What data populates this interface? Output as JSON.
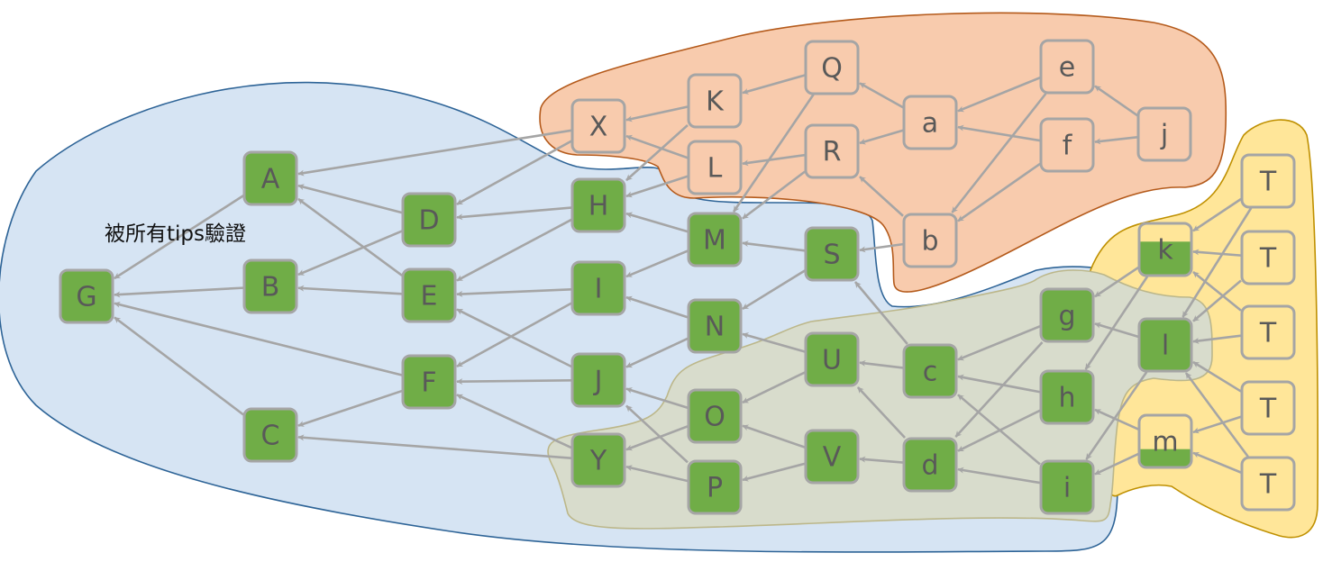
{
  "caption": "被所有tips驗證",
  "colors": {
    "blue_region_fill": "#d6e4f3",
    "blue_region_stroke": "#2e6497",
    "orange_region_fill": "#f8cbad",
    "orange_region_stroke": "#b45a1b",
    "yellow_region_fill": "#ffe699",
    "yellow_region_stroke": "#bf9000",
    "olive_region_fill": "#d8dccc",
    "olive_region_stroke": "#bcb78a",
    "green_node_fill": "#70ad47",
    "node_border": "#a5a5a5",
    "edge": "#a5a5a5",
    "label": "#595959",
    "highlight_label": "#ff0000"
  },
  "regions": [
    {
      "id": "confirmed",
      "color": "blue"
    },
    {
      "id": "unconfirmed-top",
      "color": "orange"
    },
    {
      "id": "tips",
      "color": "yellow"
    },
    {
      "id": "partial",
      "color": "olive"
    }
  ],
  "nodes": [
    {
      "id": "G",
      "label": "G",
      "state": "green"
    },
    {
      "id": "A",
      "label": "A",
      "state": "green"
    },
    {
      "id": "B",
      "label": "B",
      "state": "green"
    },
    {
      "id": "C",
      "label": "C",
      "state": "green"
    },
    {
      "id": "D",
      "label": "D",
      "state": "green"
    },
    {
      "id": "E",
      "label": "E",
      "state": "green"
    },
    {
      "id": "F",
      "label": "F",
      "state": "green"
    },
    {
      "id": "X",
      "label": "X",
      "state": "orange",
      "highlight": true
    },
    {
      "id": "H",
      "label": "H",
      "state": "green"
    },
    {
      "id": "I",
      "label": "I",
      "state": "green"
    },
    {
      "id": "J",
      "label": "J",
      "state": "green"
    },
    {
      "id": "Y",
      "label": "Y",
      "state": "green",
      "highlight": true
    },
    {
      "id": "K",
      "label": "K",
      "state": "orange"
    },
    {
      "id": "L",
      "label": "L",
      "state": "orange"
    },
    {
      "id": "M",
      "label": "M",
      "state": "green"
    },
    {
      "id": "N",
      "label": "N",
      "state": "green"
    },
    {
      "id": "O",
      "label": "O",
      "state": "green"
    },
    {
      "id": "P",
      "label": "P",
      "state": "green"
    },
    {
      "id": "Q",
      "label": "Q",
      "state": "orange"
    },
    {
      "id": "R",
      "label": "R",
      "state": "orange"
    },
    {
      "id": "S",
      "label": "S",
      "state": "green"
    },
    {
      "id": "U",
      "label": "U",
      "state": "green"
    },
    {
      "id": "V",
      "label": "V",
      "state": "green"
    },
    {
      "id": "a",
      "label": "a",
      "state": "orange"
    },
    {
      "id": "b",
      "label": "b",
      "state": "orange"
    },
    {
      "id": "c",
      "label": "c",
      "state": "green"
    },
    {
      "id": "d",
      "label": "d",
      "state": "green"
    },
    {
      "id": "e",
      "label": "e",
      "state": "orange"
    },
    {
      "id": "f",
      "label": "f",
      "state": "orange"
    },
    {
      "id": "j",
      "label": "j",
      "state": "orange"
    },
    {
      "id": "g",
      "label": "g",
      "state": "green"
    },
    {
      "id": "h",
      "label": "h",
      "state": "green"
    },
    {
      "id": "i",
      "label": "i",
      "state": "green"
    },
    {
      "id": "k",
      "label": "k",
      "state": "partial",
      "fill_fraction": 0.65
    },
    {
      "id": "l",
      "label": "l",
      "state": "green"
    },
    {
      "id": "m",
      "label": "m",
      "state": "partial",
      "fill_fraction": 0.35
    },
    {
      "id": "T1",
      "label": "T",
      "state": "yellow"
    },
    {
      "id": "T2",
      "label": "T",
      "state": "yellow"
    },
    {
      "id": "T3",
      "label": "T",
      "state": "yellow"
    },
    {
      "id": "T4",
      "label": "T",
      "state": "yellow"
    },
    {
      "id": "T5",
      "label": "T",
      "state": "yellow"
    }
  ],
  "edges": [
    [
      "A",
      "G"
    ],
    [
      "B",
      "G"
    ],
    [
      "C",
      "G"
    ],
    [
      "F",
      "G"
    ],
    [
      "D",
      "A"
    ],
    [
      "E",
      "A"
    ],
    [
      "X",
      "A"
    ],
    [
      "D",
      "B"
    ],
    [
      "E",
      "B"
    ],
    [
      "F",
      "C"
    ],
    [
      "Y",
      "C"
    ],
    [
      "X",
      "D"
    ],
    [
      "H",
      "D"
    ],
    [
      "H",
      "E"
    ],
    [
      "I",
      "E"
    ],
    [
      "J",
      "E"
    ],
    [
      "I",
      "F"
    ],
    [
      "J",
      "F"
    ],
    [
      "Y",
      "F"
    ],
    [
      "K",
      "X"
    ],
    [
      "L",
      "X"
    ],
    [
      "K",
      "H"
    ],
    [
      "L",
      "H"
    ],
    [
      "M",
      "H"
    ],
    [
      "M",
      "I"
    ],
    [
      "N",
      "I"
    ],
    [
      "N",
      "J"
    ],
    [
      "O",
      "J"
    ],
    [
      "P",
      "J"
    ],
    [
      "O",
      "Y"
    ],
    [
      "P",
      "Y"
    ],
    [
      "Q",
      "K"
    ],
    [
      "R",
      "L"
    ],
    [
      "Q",
      "M"
    ],
    [
      "R",
      "M"
    ],
    [
      "S",
      "M"
    ],
    [
      "S",
      "N"
    ],
    [
      "U",
      "N"
    ],
    [
      "U",
      "O"
    ],
    [
      "V",
      "O"
    ],
    [
      "V",
      "P"
    ],
    [
      "a",
      "Q"
    ],
    [
      "a",
      "R"
    ],
    [
      "b",
      "R"
    ],
    [
      "b",
      "S"
    ],
    [
      "c",
      "S"
    ],
    [
      "c",
      "U"
    ],
    [
      "d",
      "U"
    ],
    [
      "d",
      "V"
    ],
    [
      "e",
      "a"
    ],
    [
      "f",
      "a"
    ],
    [
      "e",
      "b"
    ],
    [
      "f",
      "b"
    ],
    [
      "j",
      "e"
    ],
    [
      "j",
      "f"
    ],
    [
      "g",
      "c"
    ],
    [
      "h",
      "c"
    ],
    [
      "i",
      "c"
    ],
    [
      "g",
      "d"
    ],
    [
      "h",
      "d"
    ],
    [
      "i",
      "d"
    ],
    [
      "k",
      "g"
    ],
    [
      "l",
      "g"
    ],
    [
      "k",
      "h"
    ],
    [
      "m",
      "h"
    ],
    [
      "l",
      "i"
    ],
    [
      "m",
      "i"
    ],
    [
      "T1",
      "k"
    ],
    [
      "T2",
      "k"
    ],
    [
      "T3",
      "k"
    ],
    [
      "T1",
      "l"
    ],
    [
      "T2",
      "l"
    ],
    [
      "T3",
      "l"
    ],
    [
      "T4",
      "l"
    ],
    [
      "T5",
      "l"
    ],
    [
      "T4",
      "m"
    ],
    [
      "T5",
      "m"
    ]
  ]
}
